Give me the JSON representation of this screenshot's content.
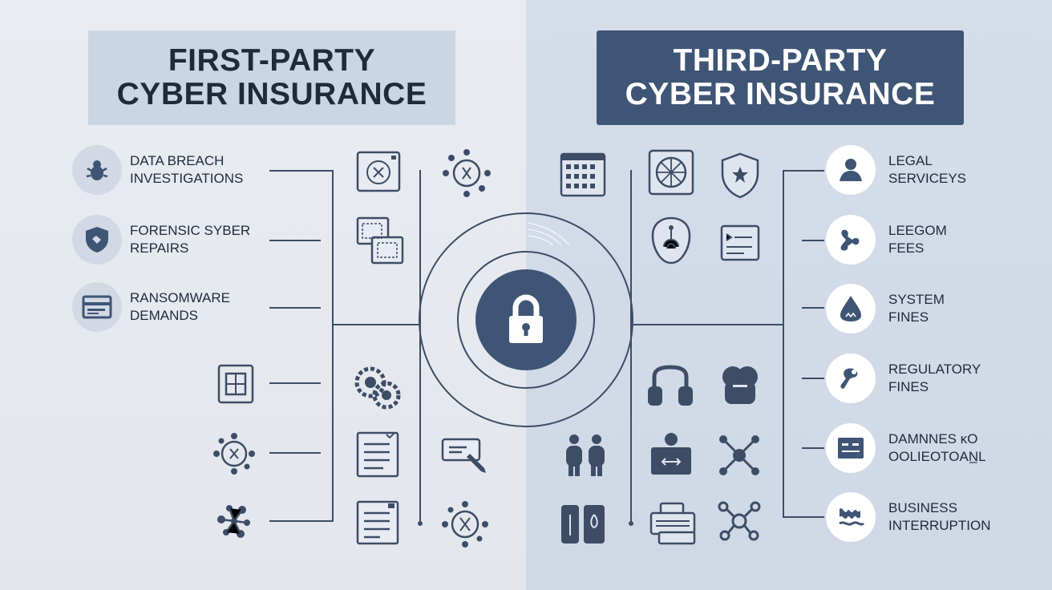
{
  "left_title": {
    "line1": "FIRST-PARTY",
    "line2": "CYBER INSURANCE"
  },
  "right_title": {
    "line1": "THIRD-PARTY",
    "line2": "CYBER INSURANCE"
  },
  "left_items": [
    {
      "line1": "DATA BREACH",
      "line2": "INVESTIGATIONS",
      "icon": "bug-icon"
    },
    {
      "line1": "FORENSIC SYBER",
      "line2": "REPAIRS",
      "icon": "shield-icon"
    },
    {
      "line1": "RANSOMWARE",
      "line2": "DEMANDS",
      "icon": "card-icon"
    }
  ],
  "right_items": [
    {
      "line1": "LEGAL",
      "line2": "SERVICEYS",
      "icon": "person-icon"
    },
    {
      "line1": "LEEGOM",
      "line2": "FEES",
      "icon": "puzzle-icon"
    },
    {
      "line1": "SYSTEM",
      "line2": "FINES",
      "icon": "alert-icon"
    },
    {
      "line1": "REGULATORY",
      "line2": "FINES",
      "icon": "key-icon"
    },
    {
      "line1": "DAMNNES ĸO",
      "line2": "OOLIEOTOAN̲L",
      "icon": "document-icon"
    },
    {
      "line1": "BUSINESS",
      "line2": "INTERRUPTION",
      "icon": "wave-icon"
    }
  ],
  "colors": {
    "navy": "#3f5575",
    "line": "#3d4d66",
    "left_bg": "#e6e9ee",
    "right_bg": "#d2dae6"
  }
}
